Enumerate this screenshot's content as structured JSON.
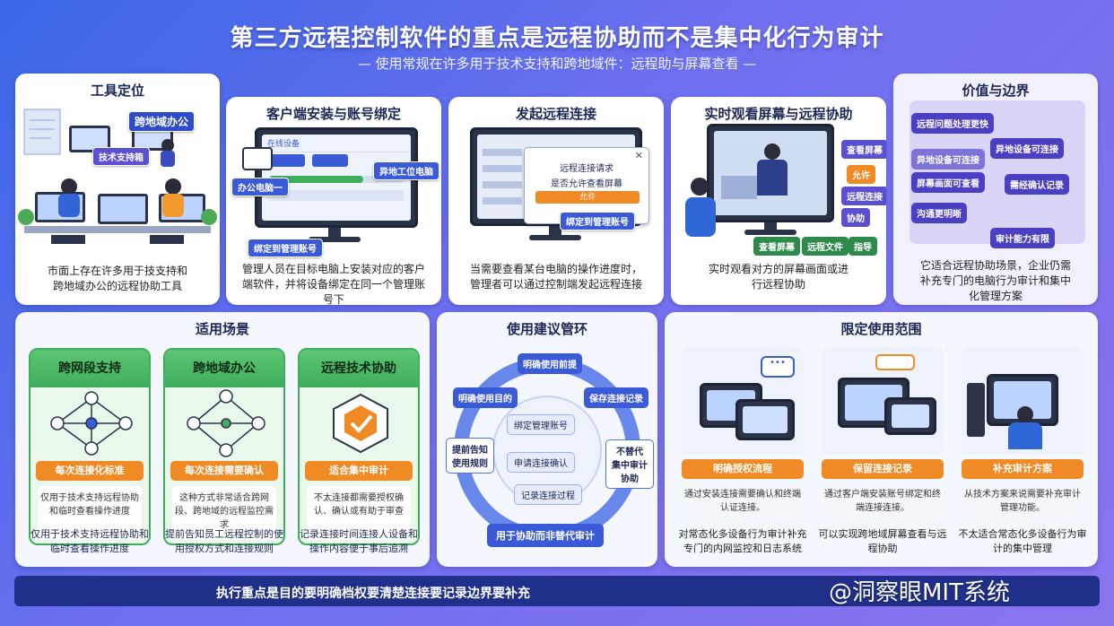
{
  "header": {
    "title": "第三方远程控制软件的重点是远程协助而不是集中化行为审计",
    "subtitle": "— 使用常规在许多用于技术支持和跨地域件：远程助与屏幕查看 —"
  },
  "tool": {
    "title": "工具定位",
    "tags": [
      "跨地域办公",
      "技术支持箱"
    ],
    "desc": "市面上存在许多用于技支持和跨地域办公的远程协助工具"
  },
  "install": {
    "title": "客户端安装与账号绑定",
    "screen_title": "在线设备",
    "tags": [
      "办公电脑一",
      "异地工位电脑",
      "绑定到管理账号"
    ],
    "desc": "管理人员在目标电脑上安装对应的客户端软件，并将设备绑定在同一个管理账号下"
  },
  "connect": {
    "title": "发起远程连接",
    "dialog": {
      "title": "远程连接请求",
      "text": "是否允许查看屏幕",
      "allow": "允许",
      "bind": "绑定到管理账号"
    },
    "desc": "当需要查看某台电脑的操作进度时，管理者可以通过控制端发起远程连接"
  },
  "watch": {
    "title": "实时观看屏幕与远程协助",
    "side": [
      "查看屏幕",
      "允许",
      "远程连接",
      "协助"
    ],
    "bottom": [
      "查看屏幕",
      "远程文件",
      "指导"
    ],
    "desc": "实时观看对方的屏幕画面或进行远程协助"
  },
  "value": {
    "title": "价值与边界",
    "items": [
      "远程问题处理更快",
      "异地设备可连接",
      "异地设备可连接",
      "屏幕画面可查看",
      "需经确认记录",
      "沟通更明晰",
      "审计能力有限"
    ],
    "desc": "它适合远程协助场景，企业仍需补充专门的电脑行为审计和集中化管理方案"
  },
  "scenarios": {
    "title": "适用场景",
    "cards": [
      {
        "title": "跨网段支持",
        "bar": "每次连接化标准",
        "desc": "仅用于技术支持远程协助和临时查看操作进度"
      },
      {
        "title": "跨地域办公",
        "bar": "每次连接需要确认",
        "desc": "这种方式非常适合跨网段、跨地域的远程监控需求"
      },
      {
        "title": "远程技术协助",
        "bar": "适合集中审计",
        "desc": "不太连接都需要授权确认、确认或有助于审查"
      }
    ],
    "bottom": [
      "仅用于技术支持远程协助和临时查看操作进度",
      "提前告知员工远程控制的使用授权方式和连接规则",
      "记录连接时间连接人设备和操作内容便于事后追溯"
    ]
  },
  "suggest": {
    "title": "使用建议管环",
    "top": "明确使用前提",
    "left": "明确使用目的",
    "right": "保存连接记录",
    "outer_left": "提前告知\n使用规则",
    "outer_right": "不替代\n集中审计\n协助",
    "center": [
      "绑定管理账号",
      "申请连接确认",
      "记录连接过程"
    ],
    "bottom": "用于协助而非替代审计"
  },
  "scope": {
    "title": "限定使用范围",
    "cards": [
      {
        "bar": "明确授权流程",
        "desc": "通过安装连接需要确认和终端认证连接。",
        "text": "对常态化多设备行为审计补充专门的内网监控和日志系统"
      },
      {
        "bar": "保留连接记录",
        "desc": "通过客户端安装账号绑定和终端连接连接。",
        "text": "可以实现跨地域屏幕查看与远程协助"
      },
      {
        "bar": "补充审计方案",
        "desc": "从技术方案来说需要补充审计管理功能。",
        "text": "不太适合常态化多设备行为审计的集中管理"
      }
    ]
  },
  "footer": {
    "text": "执行重点是目的要明确档权要清楚连接要记录边界要补充",
    "watermark": "@洞察眼MIT系统"
  },
  "colors": {
    "primary": "#3b5ad8",
    "green": "#3fae5c",
    "orange": "#f08a24",
    "purple": "#5b50cf"
  }
}
